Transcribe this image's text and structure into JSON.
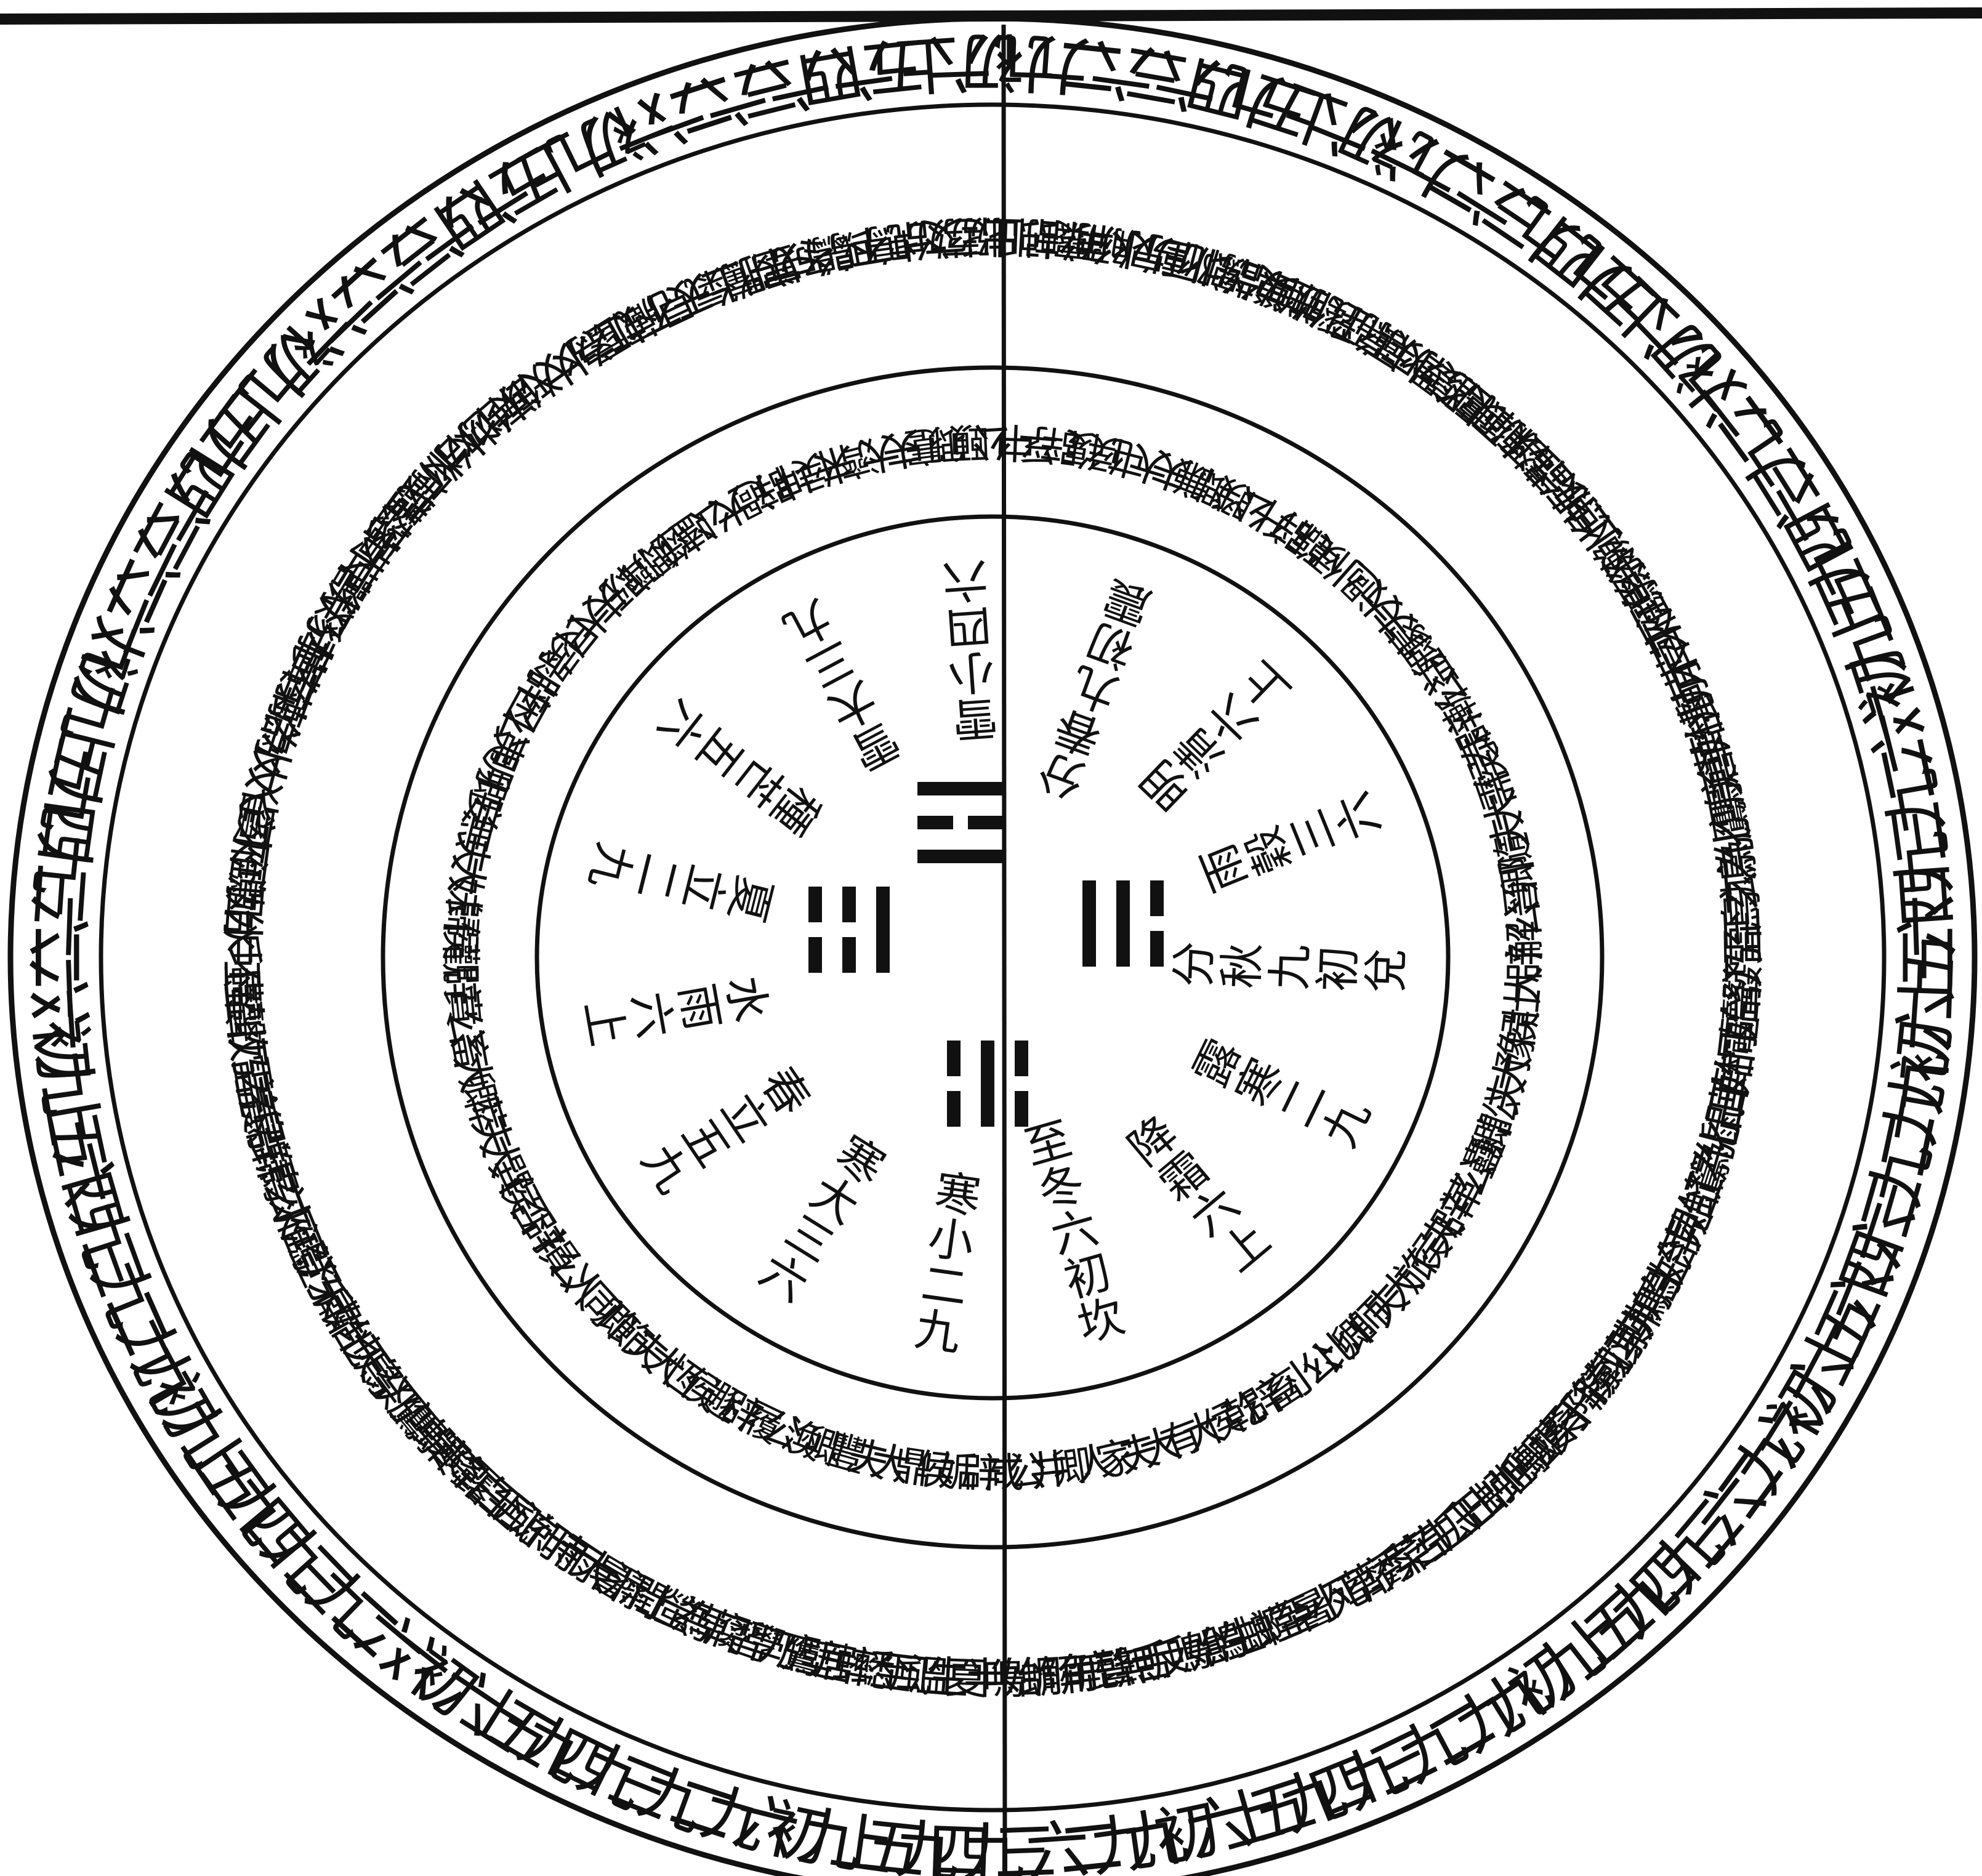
{
  "diagram": {
    "kind": "circular calendar diagram (卦氣圖)",
    "colors": {
      "ink": "#111111",
      "paper": "#ffffff"
    },
    "trigrams": [
      {
        "name": "兌",
        "lines": [
          0,
          1,
          1
        ],
        "position": "upper-right"
      },
      {
        "name": "震",
        "lines": [
          1,
          0,
          0
        ],
        "position": "upper-left"
      },
      {
        "name": "坎",
        "lines": [
          0,
          1,
          0
        ],
        "position": "lower-right"
      },
      {
        "name": "離",
        "lines": [
          1,
          0,
          1
        ],
        "position": "top"
      }
    ],
    "center_labels": [
      "震初九春分",
      "上六清明",
      "六三穀雨",
      "兌初九秋分",
      "九二寒露",
      "上六霜降",
      "坎初六冬至",
      "九二小寒",
      "六三大寒",
      "九五立春",
      "上六雨水",
      "九二立夏",
      "六五芒種",
      "九三大雪",
      "六四小雪"
    ],
    "middle_ring_text": "公中孚 辟復 侯屯 大夫謙 卿睽 公升 辟臨 侯小過 大夫蒙 卿益 公漸 辟泰 侯需 大夫隨 卿晉 公解 辟大壯 侯豫 大夫訟 卿蠱 公革 辟夬 侯旅 大夫師 卿比 公小畜 辟乾 侯大有 大夫家人 卿井 公咸 辟姤 侯鼎 大夫豐 卿渙 公履 辟遯 侯恆 大夫節 卿同人 公損 辟否 侯巽 大夫萃 卿大畜 公賁 辟觀 侯歸妹 大夫無妄 卿明夷 公困 辟剝 侯艮 大夫既濟 卿噬嗑 公大過 辟坤 侯未濟 大夫蹇 卿頤",
    "outer_ring_text": "蚯蚓結 麋角解 水泉動 雁北鄉 鵲始巢 雉雊 雞乳 征鳥厲疾 水澤腹堅 東風解凍 蟄蟲始振 魚上冰 獺祭魚 鴻雁來 草木萌動 桃始華 倉庚鳴 鷹化為鳩 玄鳥至 雷乃發聲 始電 桐始華 田鼠化為鴽 虹始見 萍始生 鳴鳩拂其羽 戴勝降于桑 螻蟈鳴 蚯蚓出 王瓜生 苦菜秀 靡草死 小暑至 螳螂生 鵙始鳴 反舌無聲 鹿角解 蜩始鳴 半夏生 溫風至 蟋蟀居壁 鷹乃學習 腐草為螢 土潤溽暑 大雨時行 涼風至 白露降 寒蟬鳴 鷹乃祭鳥 天地始肅 禾乃登 鴻雁來 玄鳥歸 群鳥養羞 雷乃收聲 蟄蟲坯戶 水始涸 鴻雁來賓 雀入大水為蛤 菊有黃華 豺乃祭獸 草木黃落 蟄蟲咸俯 水始冰 地始凍 雉入大水為蜃 虹藏不見 天氣上騰 閉塞成冬 鶡鴠不鳴 虎始交 荔挺出",
    "rim_text": "初九 九二 六三 六四 九五 上六 初六 九二 六三 九四 九五 上六 初九 六二 九三 六四 九五 上九 初六 六二 九三 九四 六五 上六 初九 九二 九三 六四 六五 上六 初六 九二 六三 九四 九五 上九 初九 九二 九三 九四 九五 上六 初九 九二 六三 九四 九五 上九 初六 九二 九三 九四 九五 上六 初六 六二 九三 九四 九五 上九 初九 九二 九三 九四 六五 上九 初六 六二 六三 九四 九五 上九 初九 六二 六三 六四 九五 上九 初六 六二 六三 六四 六五 上九 初六 六二 六三 六四 六五 上六"
  }
}
